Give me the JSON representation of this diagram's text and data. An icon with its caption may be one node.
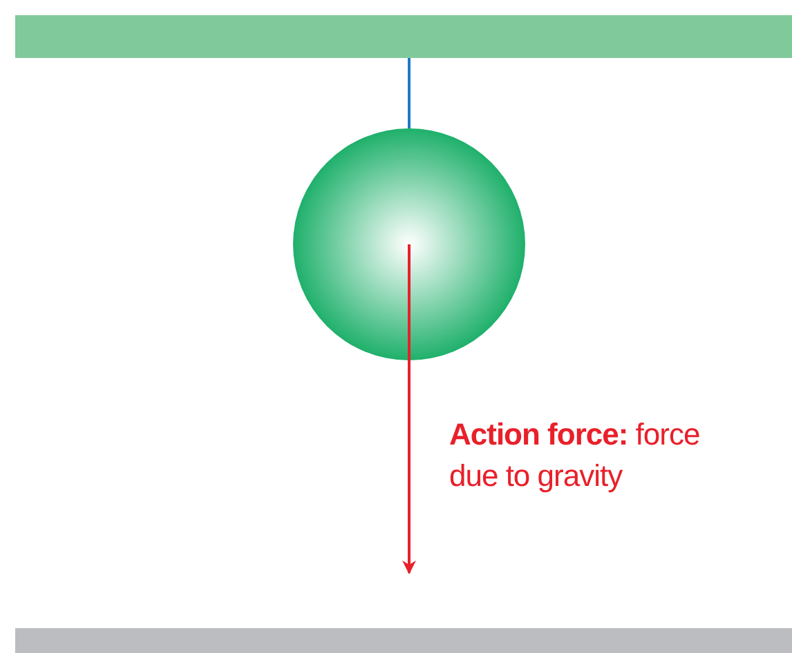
{
  "diagram": {
    "nodes": [
      {
        "text": [],
        "shape": "bar"
      },
      {
        "text": [],
        "shape": "circle"
      },
      {
        "text": [],
        "shape": "bar"
      }
    ],
    "edges": [
      {
        "from": 0,
        "to": 1,
        "arrow": "none"
      }
    ],
    "labels": [
      "**Action force:** force due to gravity"
    ]
  }
}
